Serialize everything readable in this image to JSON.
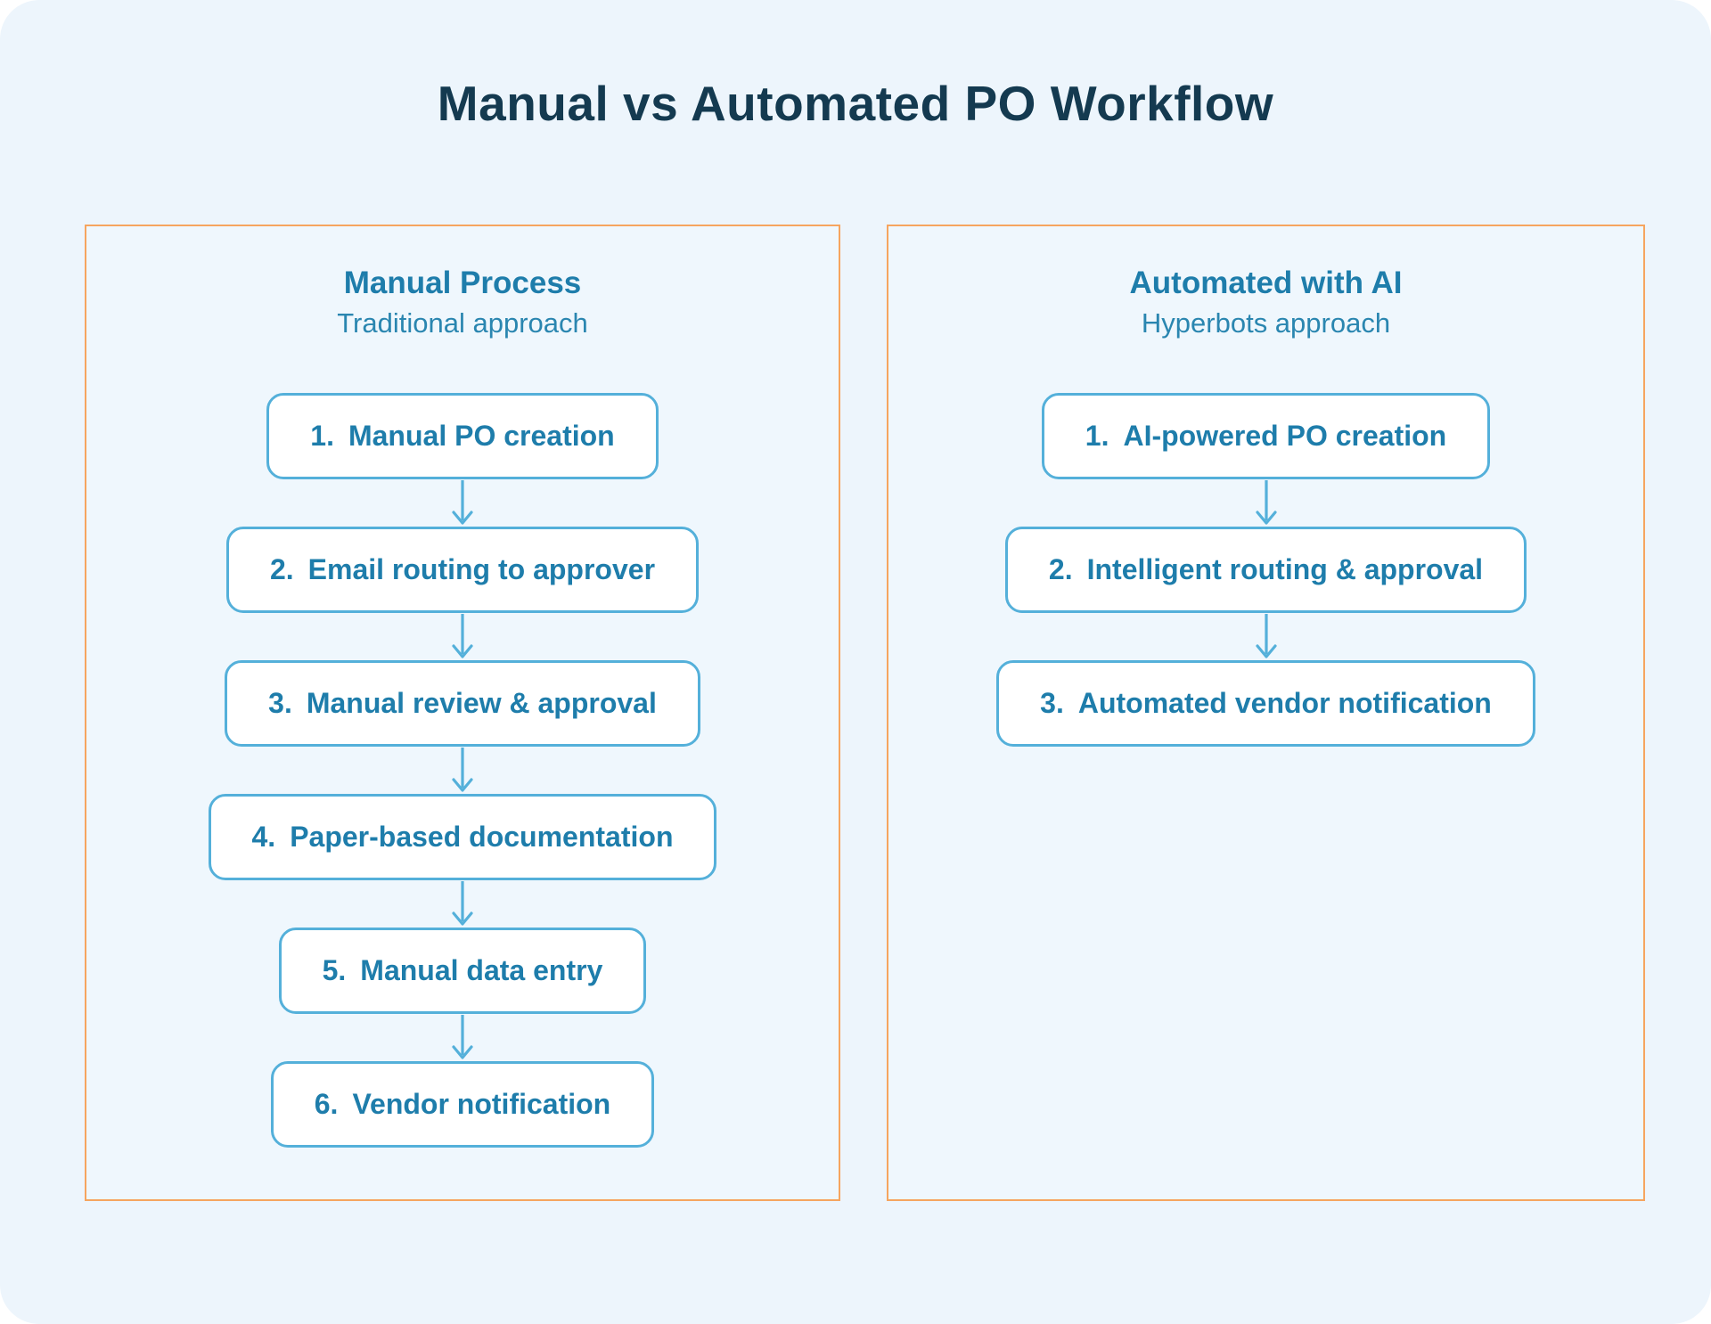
{
  "title": "Manual vs Automated PO Workflow",
  "colors": {
    "page_background": "#edf5fc",
    "title_text": "#143a50",
    "panel_border_orange": "#f6a55f",
    "box_border_blue": "#54b0da",
    "box_text_teal": "#1e7dab",
    "arrow_blue": "#54b0da"
  },
  "panels": [
    {
      "heading": "Manual Process",
      "subheading": "Traditional approach",
      "steps": [
        {
          "num": "1.",
          "label": "Manual PO creation"
        },
        {
          "num": "2.",
          "label": "Email routing to approver"
        },
        {
          "num": "3.",
          "label": "Manual review & approval"
        },
        {
          "num": "4.",
          "label": "Paper-based documentation"
        },
        {
          "num": "5.",
          "label": "Manual data entry"
        },
        {
          "num": "6.",
          "label": "Vendor notification"
        }
      ]
    },
    {
      "heading": "Automated with AI",
      "subheading": "Hyperbots approach",
      "steps": [
        {
          "num": "1.",
          "label": "AI-powered PO creation"
        },
        {
          "num": "2.",
          "label": "Intelligent routing & approval"
        },
        {
          "num": "3.",
          "label": "Automated vendor notification"
        }
      ]
    }
  ]
}
